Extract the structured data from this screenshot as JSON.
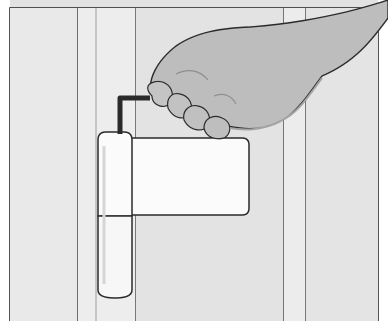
{
  "illustration": {
    "icons": {
      "door_frame": "door-frame",
      "hinge": "door-hinge",
      "hex_key": "allen-key",
      "hand": "hand"
    },
    "colors": {
      "background": "#ffffff",
      "wall": "#e2e2e2",
      "frame": "#eaeaea",
      "frame_shadow": "#cfcfcf",
      "line": "#2b2b2b",
      "hinge_fill": "#fbfbfb",
      "hand_fill": "#bdbdbd",
      "hand_shade": "#a4a4a4",
      "key": "#2a2a2a"
    }
  }
}
